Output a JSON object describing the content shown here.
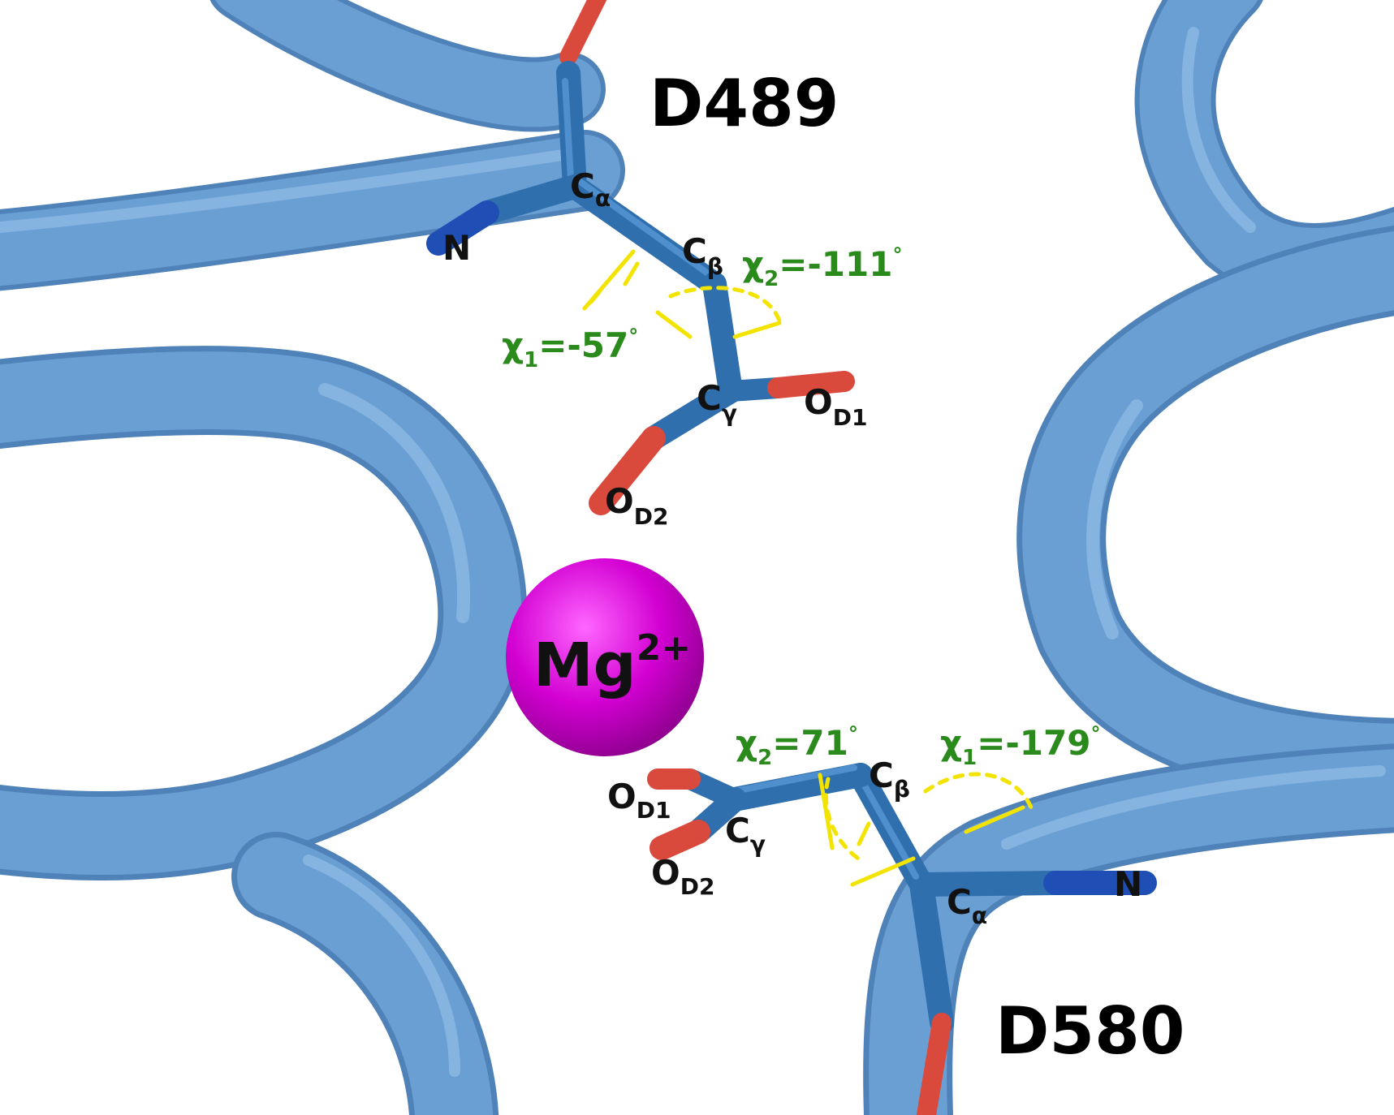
{
  "residues": {
    "top": "D489",
    "bottom": "D580"
  },
  "ion": {
    "symbol": "Mg",
    "charge": "2+",
    "color": "#cc00cc"
  },
  "colors": {
    "helix": "#6a9fd4",
    "carbon": "#2f6fae",
    "nitrogen": "#1f4fb5",
    "oxygen": "#d94a3d",
    "dihedral_marker": "#f2e400",
    "angle_label": "#2a8a1c"
  },
  "atoms_top": {
    "n": "N",
    "ca_base": "C",
    "ca_sub": "α",
    "cb_base": "C",
    "cb_sub": "β",
    "cg_base": "C",
    "cg_sub": "γ",
    "od1_base": "O",
    "od1_sub": "D1",
    "od2_base": "O",
    "od2_sub": "D2"
  },
  "atoms_bottom": {
    "n": "N",
    "ca_base": "C",
    "ca_sub": "α",
    "cb_base": "C",
    "cb_sub": "β",
    "cg_base": "C",
    "cg_sub": "γ",
    "od1_base": "O",
    "od1_sub": "D1",
    "od2_base": "O",
    "od2_sub": "D2"
  },
  "angles_top": {
    "chi1": {
      "symbol": "χ",
      "index": "1",
      "value": "=-57",
      "unit": "°"
    },
    "chi2": {
      "symbol": "χ",
      "index": "2",
      "value": "=-111",
      "unit": "°"
    }
  },
  "angles_bottom": {
    "chi1": {
      "symbol": "χ",
      "index": "1",
      "value": "=-179",
      "unit": "°"
    },
    "chi2": {
      "symbol": "χ",
      "index": "2",
      "value": "=71",
      "unit": "°"
    }
  }
}
